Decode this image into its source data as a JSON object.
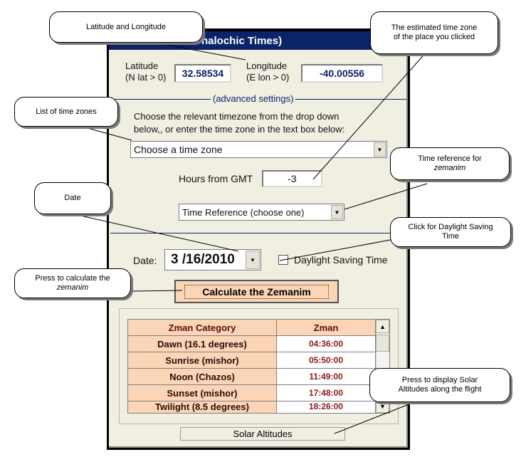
{
  "window": {
    "title": "nalochic Times)"
  },
  "coordinates": {
    "latitude_label_1": "Latitude",
    "latitude_label_2": "(N lat > 0)",
    "latitude_value": "32.58534",
    "longitude_label_1": "Longitude",
    "longitude_label_2": "(E lon > 0)",
    "longitude_value": "-40.00556"
  },
  "advanced": {
    "section_label": "(advanced settings)",
    "instructions_line1": "Choose the relevant timezone from the drop down",
    "instructions_line2": "below,, or enter the time zone in the text box below:",
    "timezone_combo": "Choose a time zone",
    "hours_label": "Hours from GMT",
    "hours_value": "-3",
    "time_reference_combo": "Time Reference (choose one)"
  },
  "date": {
    "label": "Date:",
    "value": "3 /16/2010",
    "dst_label": "Daylight Saving Time",
    "dst_checked": false
  },
  "calculate_button": "Calculate the Zemanim",
  "zmanim_table": {
    "headers": [
      "Zman Category",
      "Zman"
    ],
    "rows": [
      {
        "category": "Dawn (16.1 degrees)",
        "time": "04:36:00"
      },
      {
        "category": "Sunrise (mishor)",
        "time": "05:50:00"
      },
      {
        "category": "Noon (Chazos)",
        "time": "11:49:00"
      },
      {
        "category": "Sunset (mishor)",
        "time": "17:48:00"
      },
      {
        "category": "Twilight (8.5 degrees)",
        "time": "18:26:00"
      }
    ]
  },
  "solar_button": "Solar Altitudes",
  "callouts": {
    "lat_lon": "Latitude and Longitude",
    "timezone_est_1": "The estimated time zone",
    "timezone_est_2": "of the place you clicked",
    "tz_list": "List of time zones",
    "time_ref_1": "Time reference for",
    "time_ref_2": "zemanim",
    "date": "Date",
    "dst_1": "Click for Daylight Saving",
    "dst_2": "Time",
    "calc_1": "Press to calculate the",
    "calc_2": "zemanim",
    "solar_1": "Press to display Solar",
    "solar_2": "Altitudes along the flight"
  },
  "colors": {
    "title_bar": "#0a246a",
    "window_bg": "#f1efe2",
    "table_header_bg": "#fbd5b5",
    "time_text": "#8b1a1a"
  }
}
